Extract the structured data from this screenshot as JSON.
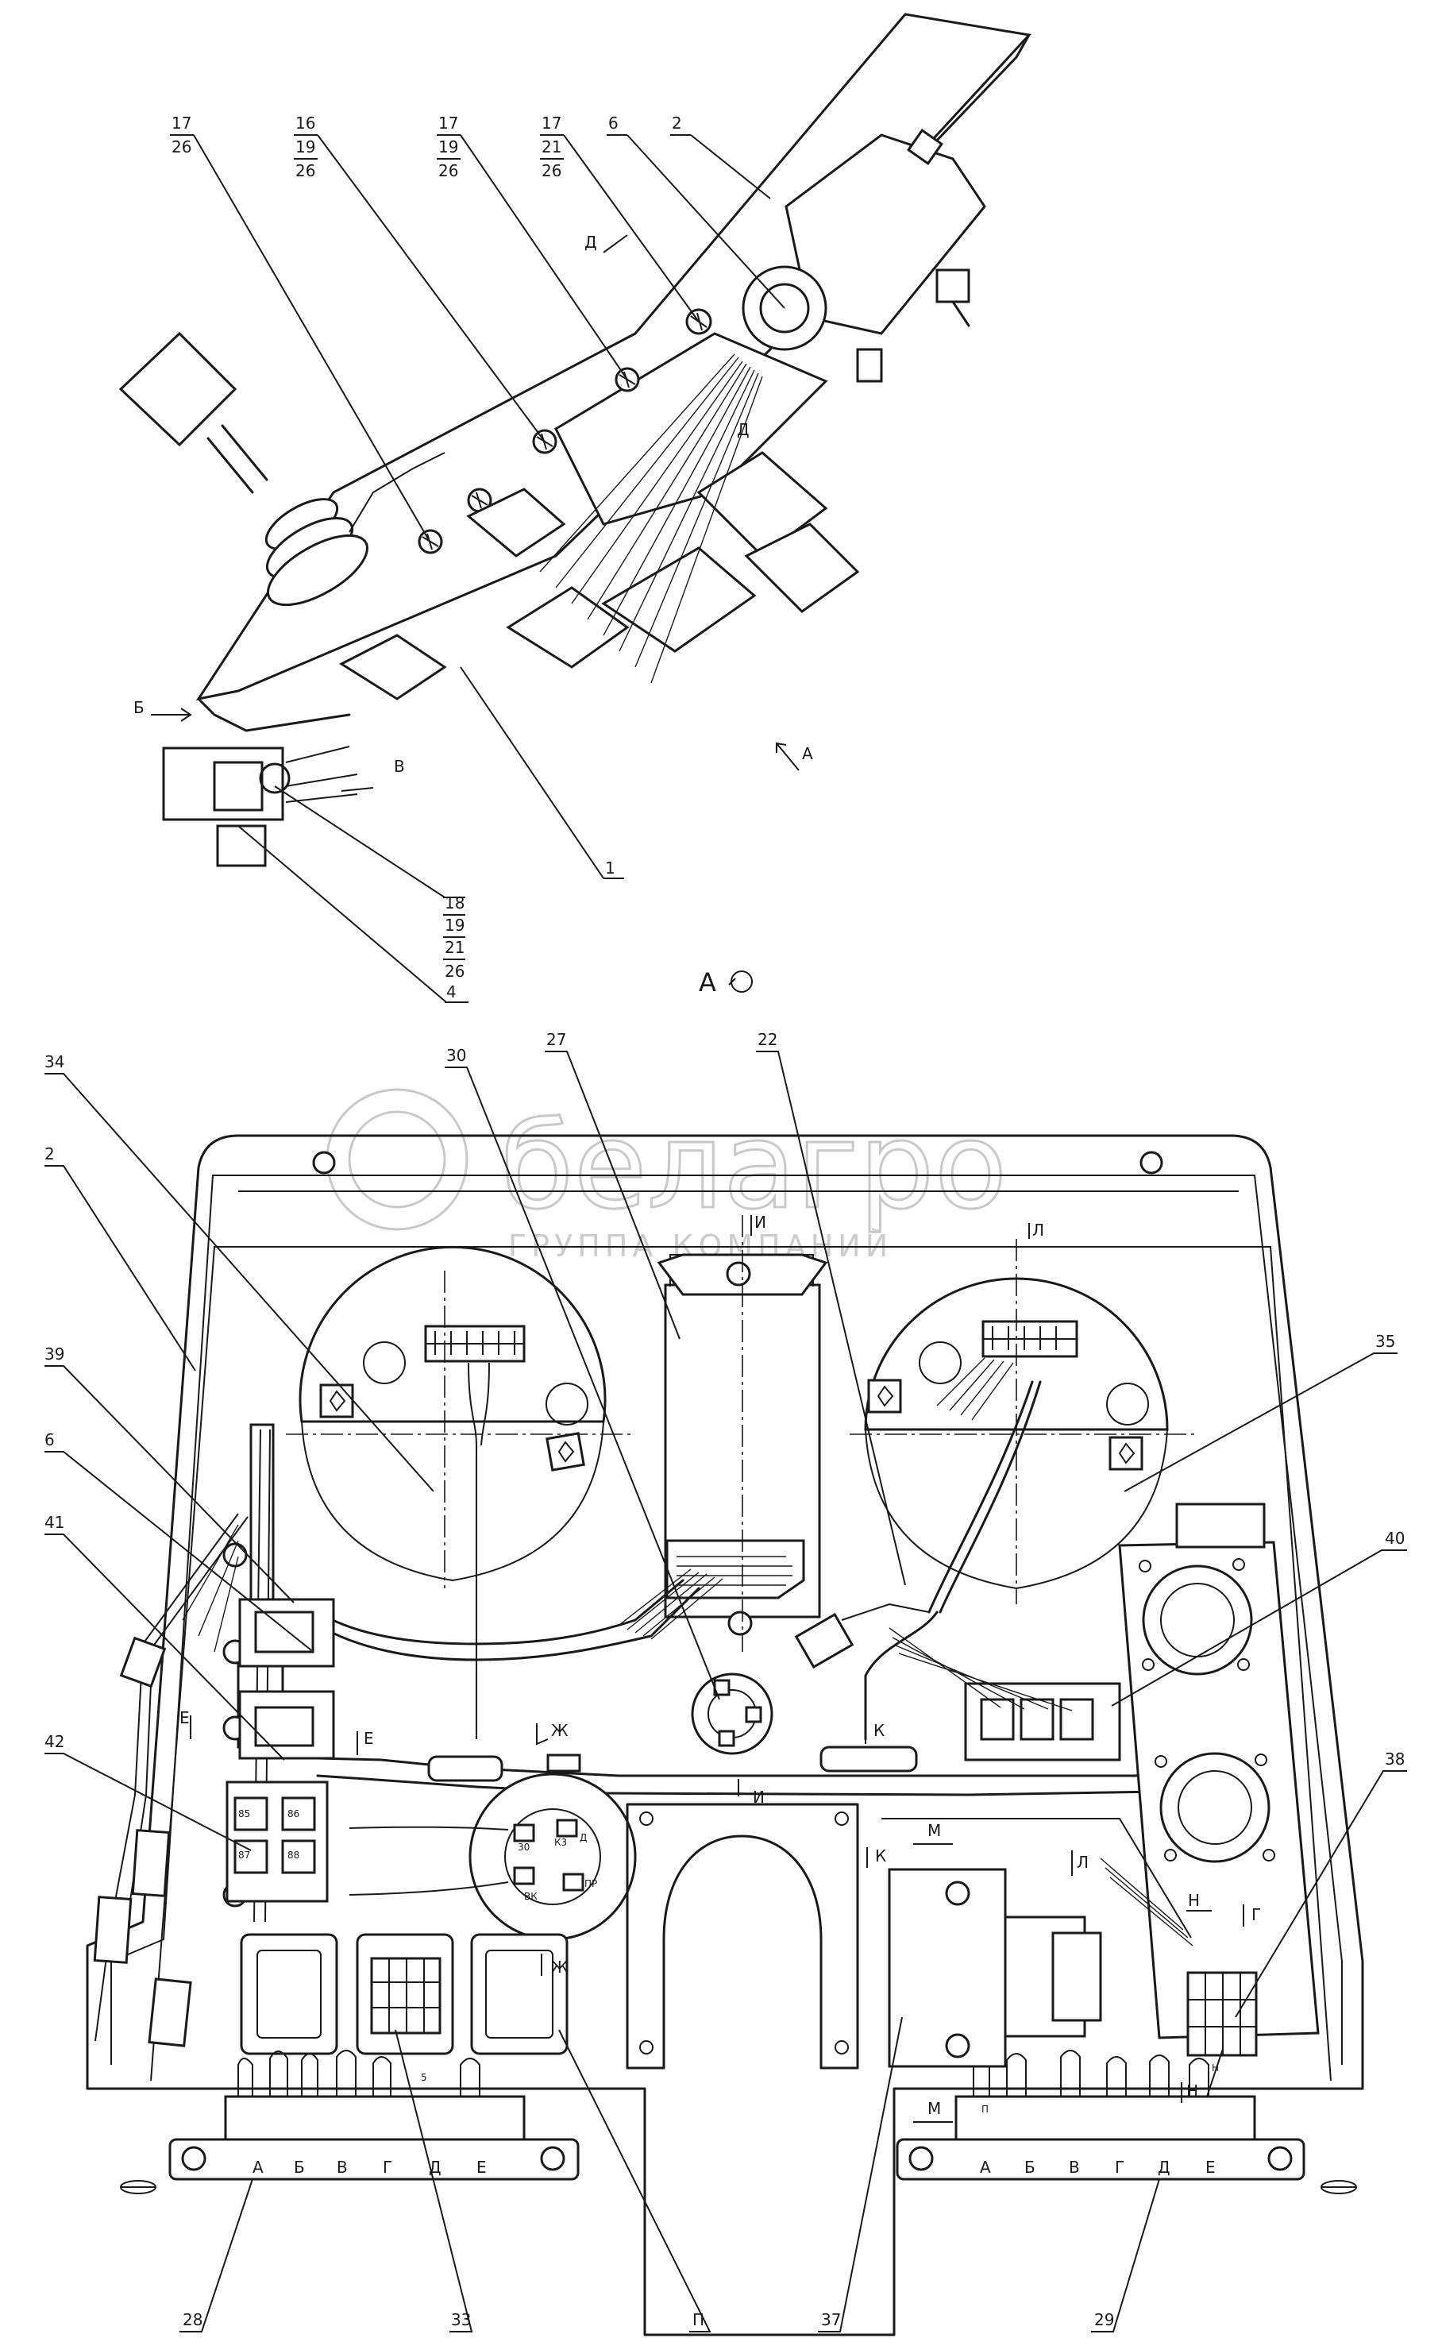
{
  "watermark": {
    "brand": "белагро",
    "subtitle": "ГРУППА КОМПАНИЙ"
  },
  "view_label": "А",
  "top_view": {
    "callouts": [
      {
        "id": "c17a",
        "lines": [
          "17",
          "26"
        ]
      },
      {
        "id": "c16",
        "lines": [
          "16",
          "19",
          "26"
        ]
      },
      {
        "id": "c17b",
        "lines": [
          "17",
          "19",
          "26"
        ]
      },
      {
        "id": "c17c",
        "lines": [
          "17",
          "21",
          "26"
        ]
      },
      {
        "id": "c6",
        "lines": [
          "6"
        ]
      },
      {
        "id": "c2",
        "lines": [
          "2"
        ]
      },
      {
        "id": "c1",
        "lines": [
          "1"
        ]
      },
      {
        "id": "c18",
        "lines": [
          "18",
          "19",
          "21",
          "26"
        ]
      },
      {
        "id": "c4",
        "lines": [
          "4"
        ]
      }
    ],
    "arrows": {
      "d_top": "Д",
      "d_low": "Д",
      "b": "Б",
      "v": "В",
      "a": "А"
    }
  },
  "main_view": {
    "callouts": [
      "34",
      "30",
      "27",
      "22",
      "2",
      "39",
      "35",
      "6",
      "40",
      "41",
      "42",
      "38",
      "28",
      "33",
      "П",
      "37",
      "29"
    ],
    "section_marks": {
      "i1": "И",
      "l1": "Л",
      "e1": "Е",
      "e2": "Е",
      "zh1": "Ж",
      "k1": "К",
      "i2": "И",
      "m1": "М",
      "k2": "К",
      "l2": "Л",
      "n1": "Н",
      "g1": "Г",
      "zh2": "Ж",
      "m2": "М",
      "n2": "Н"
    },
    "terminal_letters": [
      "А",
      "Б",
      "В",
      "Г",
      "Д",
      "Е"
    ],
    "wire_tags": [
      "30",
      "88",
      "85",
      "86",
      "87",
      "К3",
      "Д",
      "ПР",
      "ВК",
      "5",
      "П",
      "Н"
    ]
  }
}
